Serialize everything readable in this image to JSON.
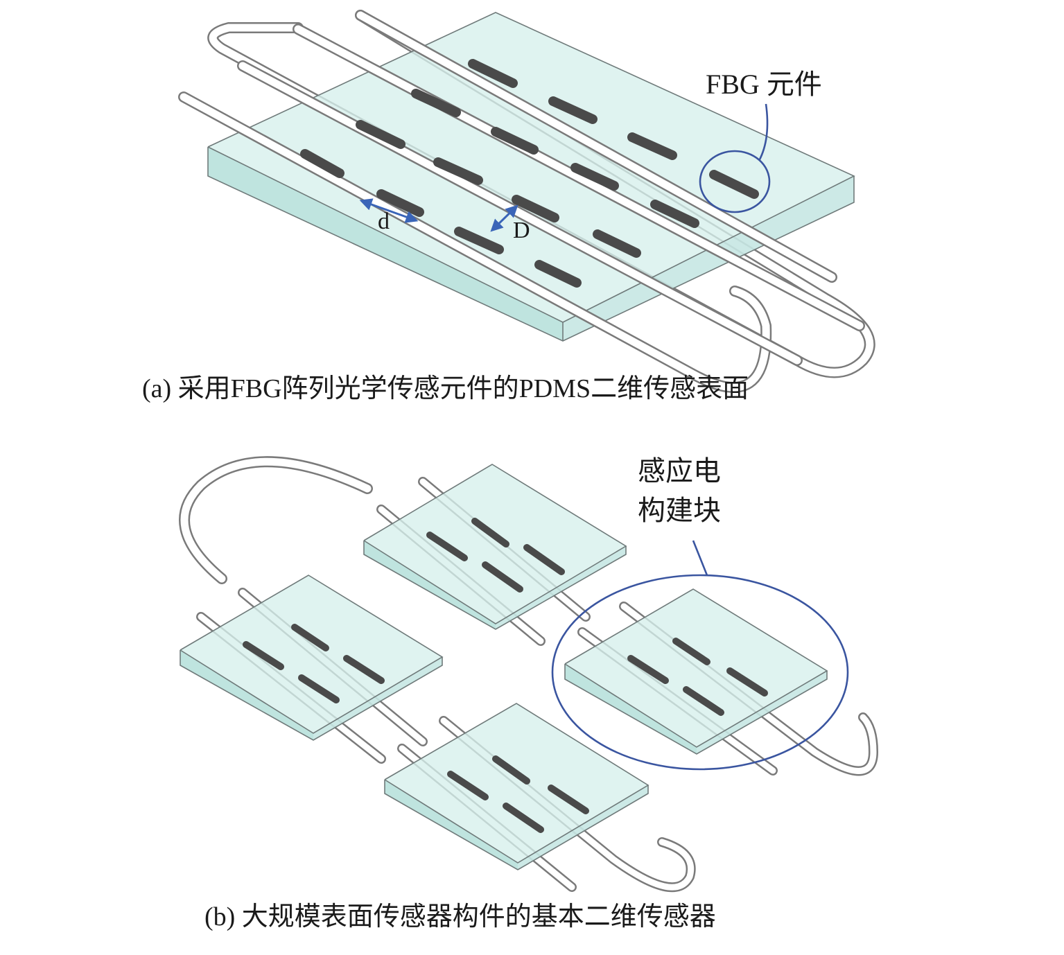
{
  "panel_a": {
    "caption": "(a) 采用FBG阵列光学传感元件的PDMS二维传感表面",
    "label_fbg": "FBG 元件",
    "label_d": "d",
    "label_D": "D"
  },
  "panel_b": {
    "caption": "(b) 大规模表面传感器构件的基本二维传感器",
    "label_block_line1": "感应电",
    "label_block_line2": "构建块"
  },
  "colors": {
    "pdms_top": "#d6efec",
    "pdms_front": "#b8e1dc",
    "fbg_element": "#5a5a5a",
    "annotation_blue": "#3a55a0"
  }
}
